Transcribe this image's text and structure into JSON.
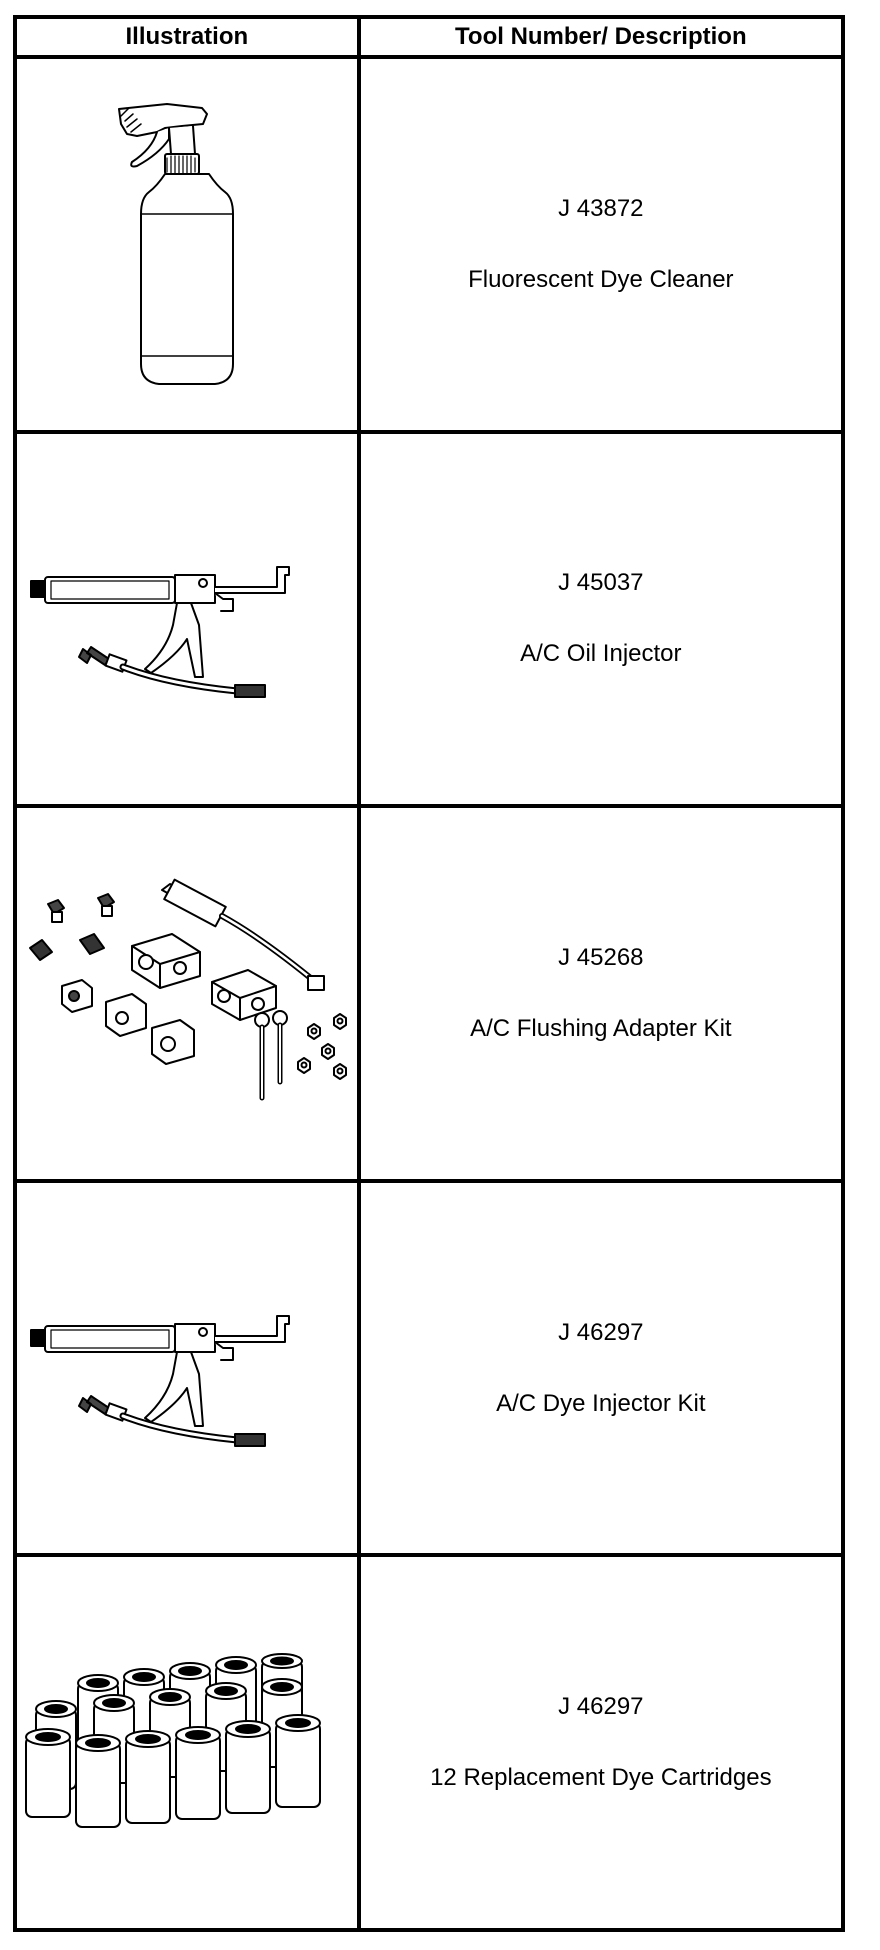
{
  "table": {
    "headers": {
      "illustration": "Illustration",
      "description": "Tool Number/ Description"
    },
    "rows": [
      {
        "illustration_icon": "spray-bottle-icon",
        "tool_number": "J 43872",
        "description": "Fluorescent Dye Cleaner"
      },
      {
        "illustration_icon": "oil-injector-gun-icon",
        "tool_number": "J 45037",
        "description": "A/C Oil Injector"
      },
      {
        "illustration_icon": "flushing-adapter-kit-icon",
        "tool_number": "J 45268",
        "description": "A/C Flushing Adapter Kit"
      },
      {
        "illustration_icon": "dye-injector-gun-icon",
        "tool_number": "J 46297",
        "description": "A/C Dye Injector Kit"
      },
      {
        "illustration_icon": "dye-cartridges-icon",
        "tool_number": "J 46297",
        "description": "12 Replacement Dye Cartridges"
      }
    ]
  }
}
